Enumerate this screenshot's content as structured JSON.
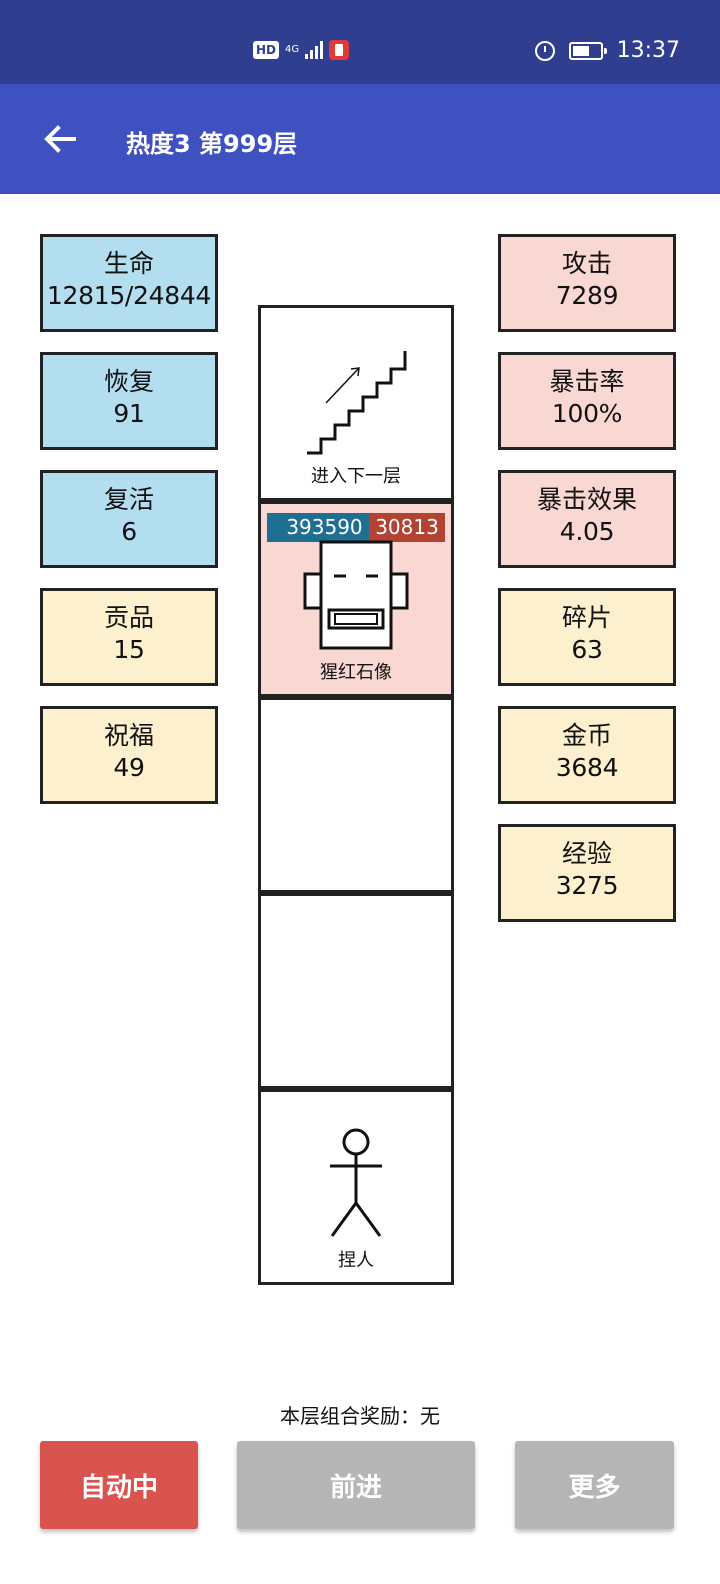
{
  "status_bar": {
    "network_badge": "HD",
    "network_type": "4G",
    "time": "13:37"
  },
  "app_bar": {
    "title": "热度3 第999层"
  },
  "left_stats": [
    {
      "label": "生命",
      "value": "12815/24844",
      "color": "#b3def0"
    },
    {
      "label": "恢复",
      "value": "91",
      "color": "#b3def0"
    },
    {
      "label": "复活",
      "value": "6",
      "color": "#b3def0"
    },
    {
      "label": "贡品",
      "value": "15",
      "color": "#fdf0cf"
    },
    {
      "label": "祝福",
      "value": "49",
      "color": "#fdf0cf"
    }
  ],
  "right_stats": [
    {
      "label": "攻击",
      "value": "7289",
      "color": "#f9d8d4"
    },
    {
      "label": "暴击率",
      "value": "100%",
      "color": "#f9d8d4"
    },
    {
      "label": "暴击效果",
      "value": "4.05",
      "color": "#f9d8d4"
    },
    {
      "label": "碎片",
      "value": "63",
      "color": "#fdf0cf"
    },
    {
      "label": "金币",
      "value": "3684",
      "color": "#fdf0cf"
    },
    {
      "label": "经验",
      "value": "3275",
      "color": "#fdf0cf"
    }
  ],
  "tower": {
    "stairs_label": "进入下一层",
    "enemy": {
      "name": "猩红石像",
      "hp": "393590",
      "attack": "30813"
    },
    "player_label": "捏人"
  },
  "combo_reward": "本层组合奖励：无",
  "buttons": {
    "auto": "自动中",
    "advance": "前进",
    "more": "更多"
  },
  "colors": {
    "status_bar": "#2f3e8f",
    "app_bar": "#3f51c1",
    "auto_button": "#d9534f",
    "disabled_button": "#b5b5b5",
    "hp_badge": "#1f6f93",
    "attack_badge": "#b24232"
  }
}
